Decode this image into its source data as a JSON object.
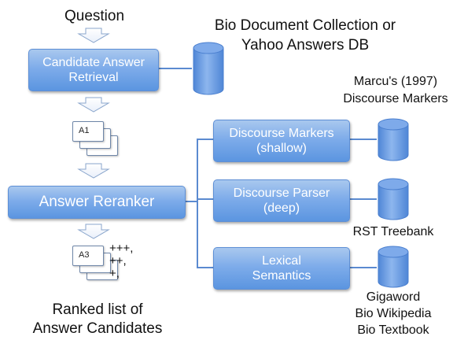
{
  "title_question": "Question",
  "collection_label": [
    "Bio Document Collection or",
    "Yahoo Answers DB"
  ],
  "marcu_label": [
    "Marcu's (1997)",
    "Discourse Markers"
  ],
  "candidate_box": [
    "Candidate Answer",
    "Retrieval"
  ],
  "reranker_box": "Answer Reranker",
  "discourse_markers_box": [
    "Discourse Markers",
    "(shallow)"
  ],
  "discourse_parser_box": [
    "Discourse Parser",
    "(deep)"
  ],
  "lexical_box": [
    "Lexical",
    "Semantics"
  ],
  "rst_label": "RST Treebank",
  "lexical_sources": [
    "Gigaword",
    "Bio Wikipedia",
    "Bio Textbook"
  ],
  "doc_top_label": "A1",
  "doc_bottom_label": "A3",
  "rank_marks": [
    "+++,",
    "++,",
    "+,"
  ],
  "ranked_list_label": [
    "Ranked list of",
    "Answer Candidates"
  ],
  "colors": {
    "box_top": "#a9c8ee",
    "box_bottom": "#5b95e0",
    "arrow": "#5b8ad0",
    "cylinder": "#6ea0e6"
  }
}
